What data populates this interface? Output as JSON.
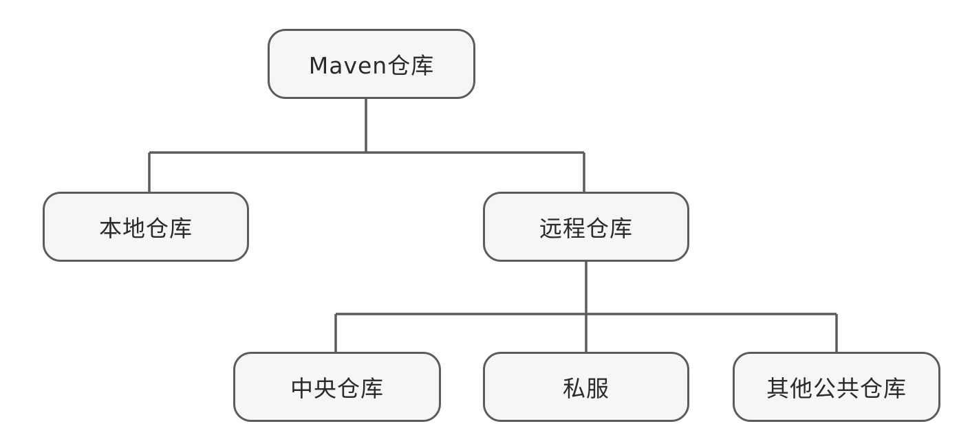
{
  "diagram": {
    "root": {
      "label": "Maven仓库"
    },
    "local": {
      "label": "本地仓库"
    },
    "remote": {
      "label": "远程仓库"
    },
    "central": {
      "label": "中央仓库"
    },
    "private": {
      "label": "私服"
    },
    "other_public": {
      "label": "其他公共仓库"
    }
  },
  "colors": {
    "border": "#5b5b5b",
    "fill": "#f6f6f6",
    "line": "#5b5b5b",
    "text": "#2a2a2a"
  }
}
